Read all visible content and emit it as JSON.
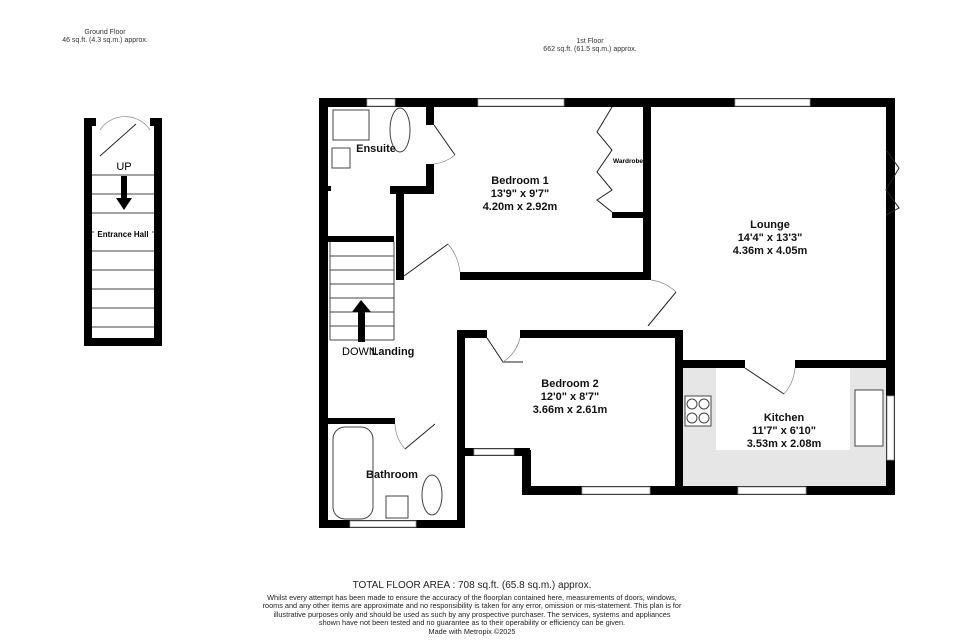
{
  "ground_floor": {
    "title": "Ground Floor",
    "area": "46 sq.ft. (4.3 sq.m.) approx.",
    "stair_label": "UP",
    "room": "Entrance Hall"
  },
  "first_floor": {
    "title": "1st Floor",
    "area": "662 sq.ft. (61.5 sq.m.) approx."
  },
  "rooms": {
    "ensuite": {
      "name": "Ensuite"
    },
    "bedroom1": {
      "name": "Bedroom 1",
      "imperial": "13'9\"  x 9'7\"",
      "metric": "4.20m  x 2.92m",
      "wardrobe": "Wardrobe"
    },
    "lounge": {
      "name": "Lounge",
      "imperial": "14'4\"  x 13'3\"",
      "metric": "4.36m  x 4.05m"
    },
    "landing": {
      "name": "Landing",
      "stair_label": "DOWN"
    },
    "bedroom2": {
      "name": "Bedroom 2",
      "imperial": "12'0\"  x 8'7\"",
      "metric": "3.66m  x 2.61m"
    },
    "kitchen": {
      "name": "Kitchen",
      "imperial": "11'7\"  x 6'10\"",
      "metric": "3.53m  x 2.08m"
    },
    "bathroom": {
      "name": "Bathroom"
    }
  },
  "footer": {
    "total": "TOTAL FLOOR AREA : 708 sq.ft. (65.8 sq.m.) approx.",
    "disclaimer": "Whilst every attempt has been made to ensure the accuracy of the floorplan contained here, measurements of doors, windows, rooms and any other items are approximate and no responsibility is taken for any error, omission or mis-statement. This plan is for illustrative purposes only and should be used as such by any prospective purchaser. The services, systems and appliances shown have not been tested and no guarantee as to their operability or efficiency can be given.",
    "made_with": "Made with Metropix ©2025"
  },
  "colors": {
    "wall": "#000000",
    "kitchen_floor": "#e6e6e6"
  }
}
